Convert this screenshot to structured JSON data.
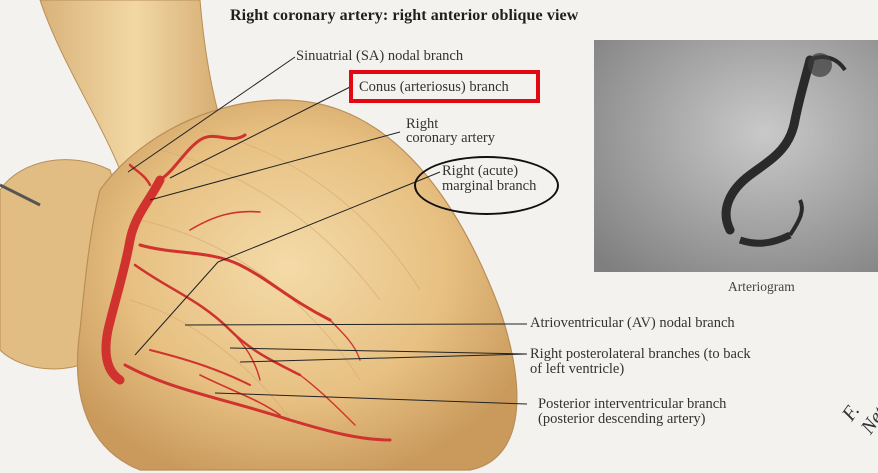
{
  "title": "Right coronary artery: right anterior oblique view",
  "labels": {
    "sa_nodal": "Sinuatrial (SA) nodal branch",
    "conus": "Conus (arteriosus) branch",
    "rca_line1": "Right",
    "rca_line2": "coronary artery",
    "marginal_line1": "Right (acute)",
    "marginal_line2": "marginal branch",
    "av_nodal": "Atrioventricular (AV) nodal branch",
    "posterolateral_line1": "Right posterolateral branches (to back",
    "posterolateral_line2": "of left ventricle)",
    "piv_line1": "Posterior interventricular branch",
    "piv_line2": "(posterior descending artery)"
  },
  "arteriogram_caption": "Arteriogram",
  "signature_text": "F. Netter",
  "colors": {
    "heart": "#e9c588",
    "artery": "#d0332e",
    "highlight_box": "#e30613",
    "arteriogram_bg": "#9b9b9b"
  }
}
